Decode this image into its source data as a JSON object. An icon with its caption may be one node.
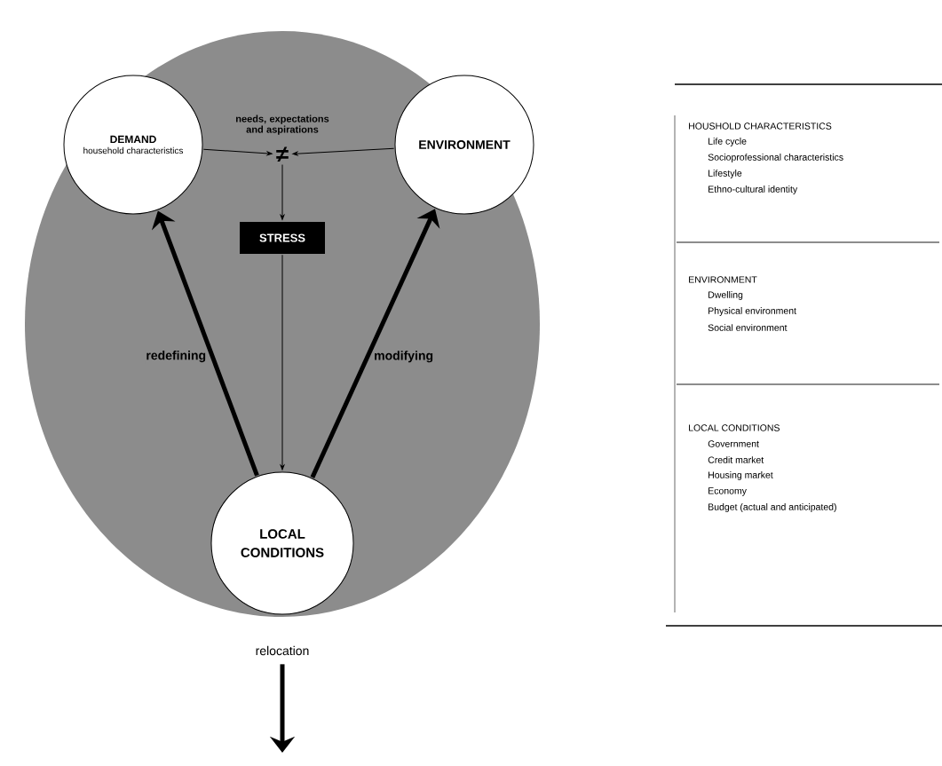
{
  "diagram": {
    "nodes": [
      {
        "text": [],
        "shape": "circle"
      },
      {
        "text": [
          "DEMAND",
          "household characteristics"
        ],
        "in": 0
      },
      {
        "text": [
          "≠"
        ],
        "beside": [
          "needs, expectations and aspirations"
        ],
        "in": 0
      },
      {
        "text": [
          "ENVIRONMENT"
        ],
        "in": 0
      },
      {
        "text": [
          "STRESS"
        ],
        "in": 0
      },
      {
        "text": [
          "LOCAL CONDITIONS"
        ],
        "in": 0
      },
      {
        "text": [
          "relocation"
        ]
      }
    ],
    "edges": [
      {
        "from": 1,
        "to": 2,
        "arrow": "to"
      },
      {
        "from": 3,
        "to": 2,
        "arrow": "to"
      },
      {
        "from": 2,
        "to": 4,
        "arrow": "to"
      },
      {
        "from": 4,
        "to": 5,
        "arrow": "to"
      },
      {
        "from": 5,
        "to": 1,
        "arrow": "to",
        "label": "redefining",
        "style": "thick"
      },
      {
        "from": 5,
        "to": 3,
        "arrow": "to",
        "label": "modifying",
        "style": "thick"
      },
      {
        "from": 6,
        "to": null,
        "arrow": "to",
        "style": "thick"
      }
    ],
    "labels": [
      "HOUSHOLD CHARACTERISTICS",
      "Life cycle",
      "Socioprofessional characteristics",
      "Lifestyle",
      "Ethno-cultural identity",
      "ENVIRONMENT",
      "Dwelling",
      "Physical environment",
      "Social environment",
      "LOCAL CONDITIONS",
      "Government",
      "Credit market",
      "Housing market",
      "Economy",
      "Budget (actual and anticipated)"
    ]
  }
}
